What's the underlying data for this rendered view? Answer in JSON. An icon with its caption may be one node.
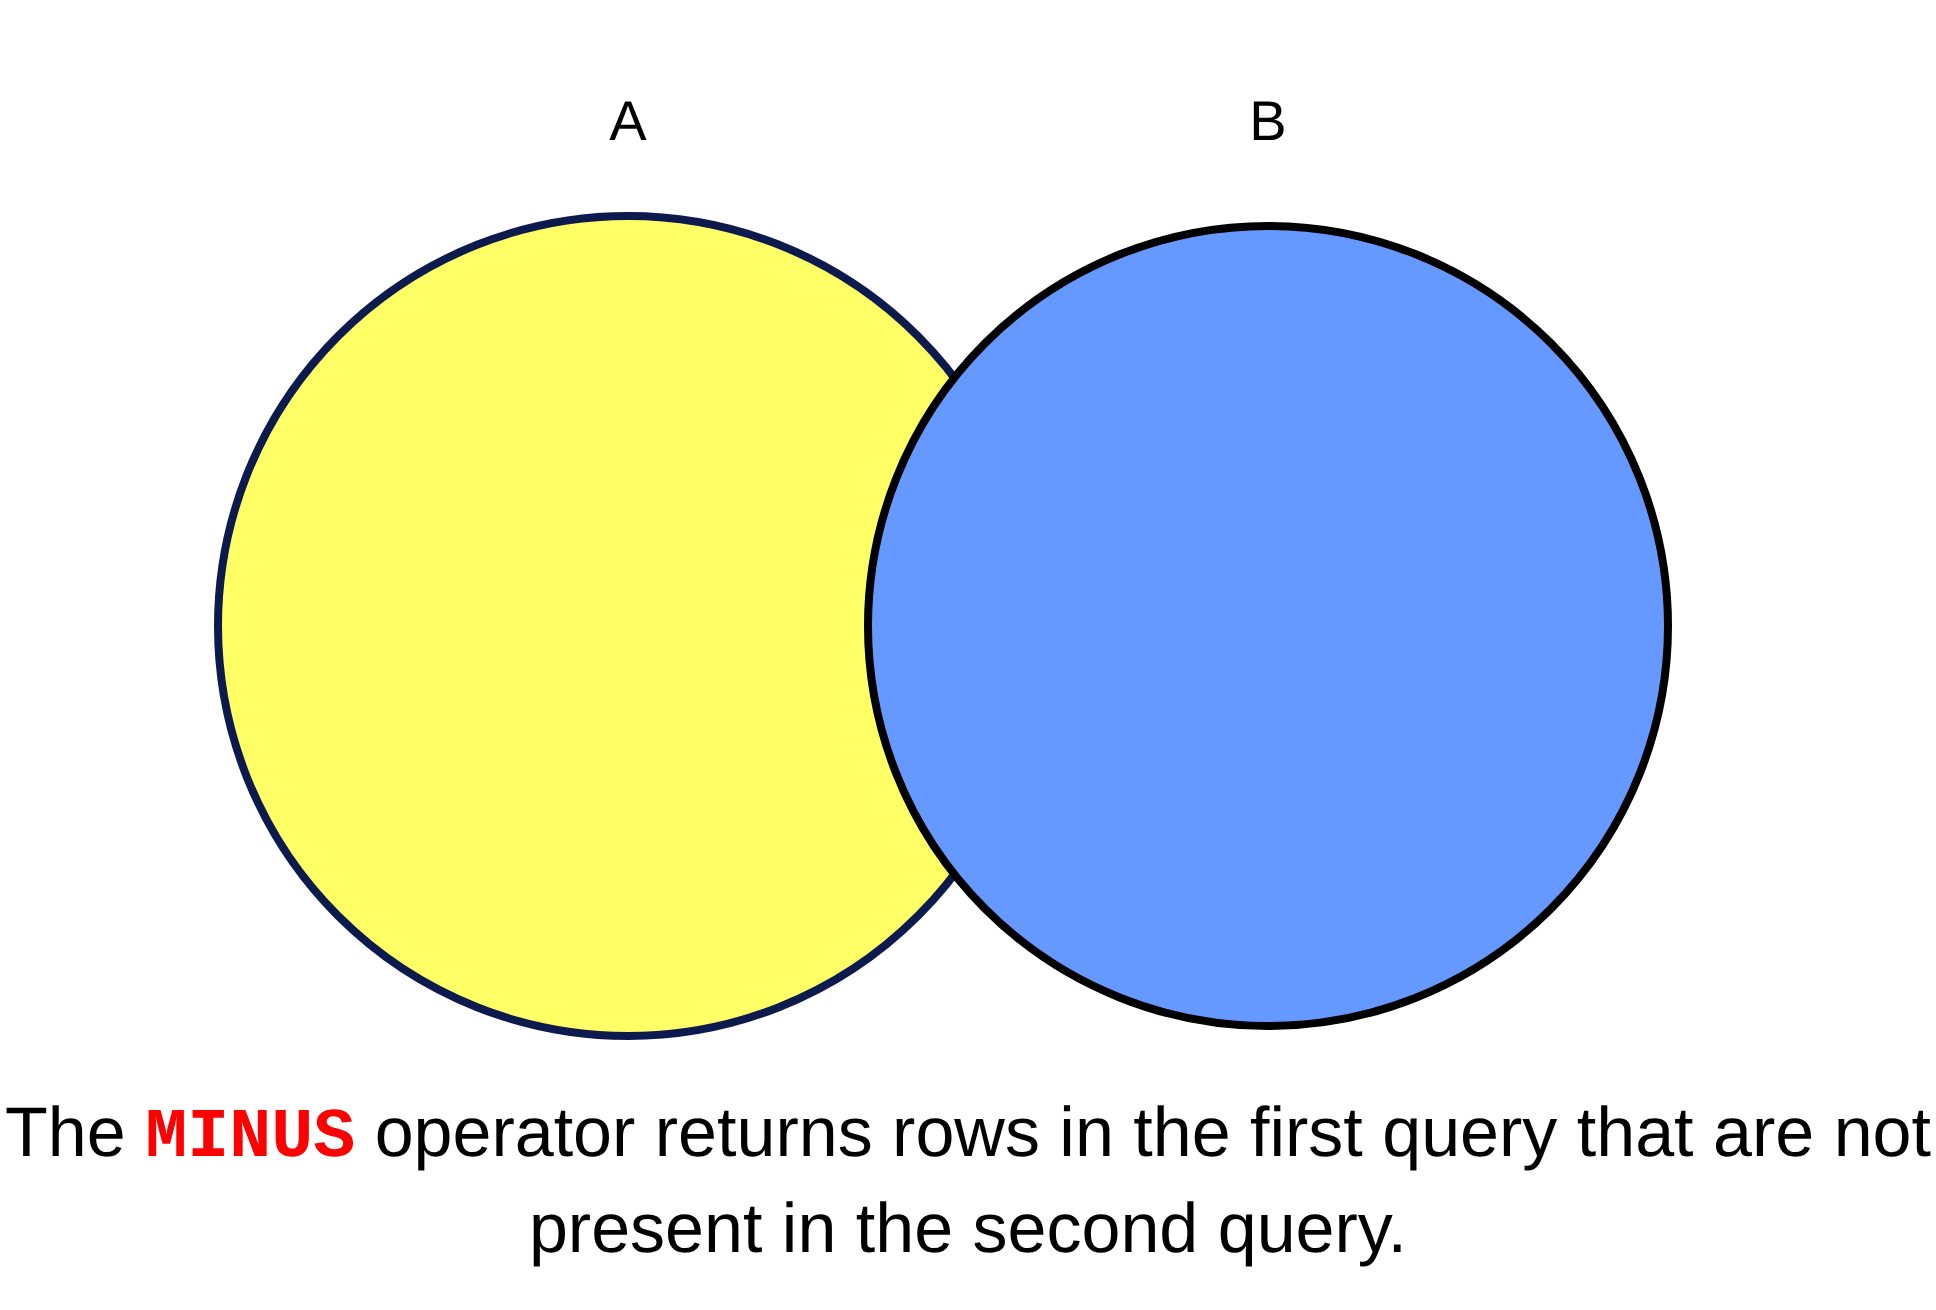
{
  "diagram": {
    "caption": "The **MINUS** operator returns rows in the first query that are not present in the second query.",
    "nodes": [
      {
        "text": [
          "A"
        ]
      },
      {
        "text": [
          "B"
        ]
      }
    ]
  }
}
